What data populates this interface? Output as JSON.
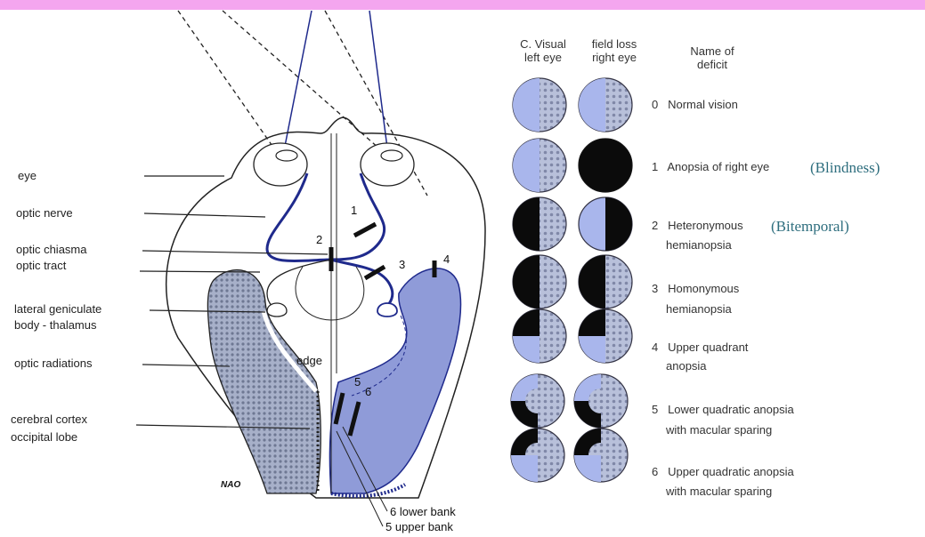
{
  "left_labels": {
    "eye": "eye",
    "optic_nerve": "optic nerve",
    "optic_chiasma": "optic chiasma",
    "optic_tract": "optic tract",
    "lgb_line1": "lateral geniculate",
    "lgb_line2": "body - thalamus",
    "optic_radiations": "optic radiations",
    "cortex_line1": "cerebral cortex",
    "cortex_line2": "occipital lobe"
  },
  "diagram_labels": {
    "lesion_1": "1",
    "lesion_2": "2",
    "lesion_3": "3",
    "lesion_4": "4",
    "lesion_5": "5",
    "lesion_6": "6",
    "edge": "edge",
    "lower_bank": "6 lower bank",
    "upper_bank": "5 upper bank",
    "signature": "NAO"
  },
  "table_header": {
    "col1_line1": "C. Visual",
    "col1_line2": "left eye",
    "col2_line1": "field loss",
    "col2_line2": "right eye",
    "col3_line1": "Name of",
    "col3_line2": "deficit"
  },
  "deficits": [
    {
      "number": "0",
      "line1": "Normal vision",
      "line2": "",
      "note": ""
    },
    {
      "number": "1",
      "line1": "Anopsia of right eye",
      "line2": "",
      "note": "(Blindness)"
    },
    {
      "number": "2",
      "line1": "Heteronymous",
      "line2": "hemianopsia",
      "note": "(Bitemporal)"
    },
    {
      "number": "3",
      "line1": "Homonymous",
      "line2": "hemianopsia",
      "note": ""
    },
    {
      "number": "4",
      "line1": "Upper quadrant",
      "line2": "anopsia",
      "note": ""
    },
    {
      "number": "5",
      "line1": "Lower quadratic anopsia",
      "line2": "with macular sparing",
      "note": ""
    },
    {
      "number": "6",
      "line1": "Upper quadratic anopsia",
      "line2": "with macular sparing",
      "note": ""
    }
  ],
  "colors": {
    "top_bar": "#f4a6ef",
    "visual_field": "#a9b6ec",
    "field_loss": "#0b0b0b",
    "pathway": "#1f2a8c",
    "radiation_fill": "#8f9bd8",
    "note_text": "#2e6e7e"
  }
}
